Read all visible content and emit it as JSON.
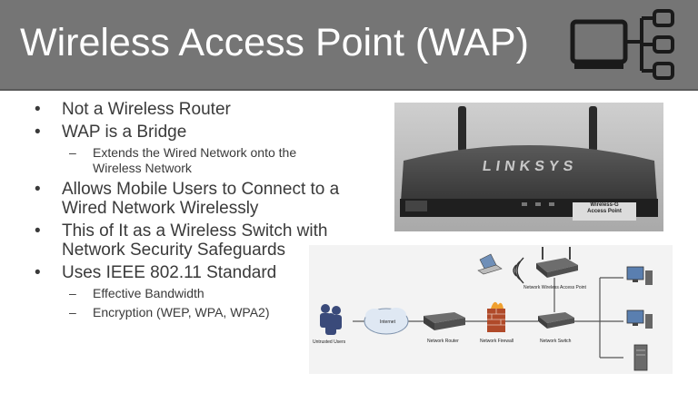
{
  "slide": {
    "title": "Wireless Access Point (WAP)"
  },
  "bullets": [
    {
      "text": "Not a Wireless Router",
      "subs": []
    },
    {
      "text": "WAP is a Bridge",
      "subs": [
        "Extends the Wired Network onto the Wireless Network"
      ]
    },
    {
      "text": "Allows Mobile Users to Connect to a Wired Network Wirelessly",
      "subs": []
    },
    {
      "text": "This of It as a Wireless Switch with Network Security Safeguards",
      "subs": []
    },
    {
      "text": "Uses IEEE 802.11 Standard",
      "subs": [
        "Effective Bandwidth",
        "Encryption (WEP, WPA, WPA2)"
      ]
    }
  ],
  "photo": {
    "brand": "LINKSYS",
    "model_line1": "Wireless-G",
    "model_line2": "Access Point"
  },
  "diagram": {
    "labels": {
      "users": "Untrusted Users",
      "internet": "Internet",
      "router": "Network Router",
      "firewall": "Network Firewall",
      "switch": "Network Switch",
      "wap": "Network Wireless Access Point"
    }
  },
  "icons": [
    "network-logo-icon",
    "laptop-icon",
    "wifi-icon",
    "computer-icon",
    "server-icon"
  ],
  "colors": {
    "title_bar": "#757575",
    "title_text": "#ffffff",
    "body_text": "#3a3a3a"
  }
}
